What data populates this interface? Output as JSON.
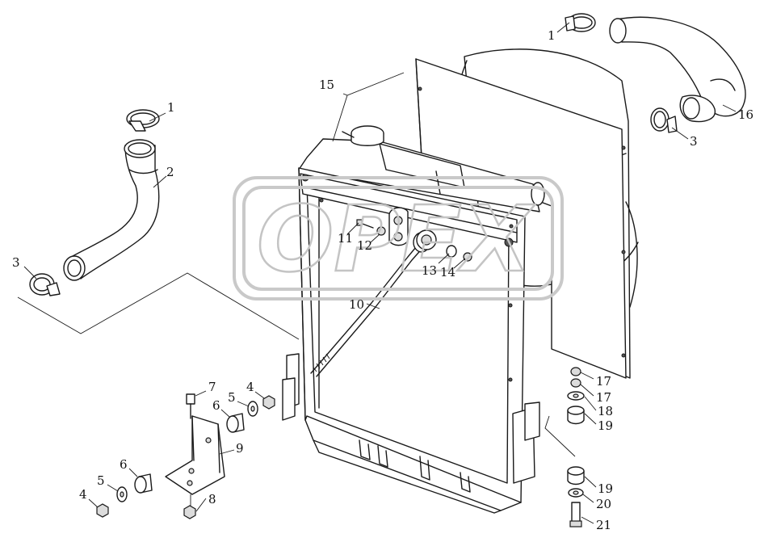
{
  "watermark": {
    "text": "OPEX"
  },
  "callouts": [
    {
      "id": "c1a",
      "label": "1"
    },
    {
      "id": "c1b",
      "label": "1"
    },
    {
      "id": "c2",
      "label": "2"
    },
    {
      "id": "c3a",
      "label": "3"
    },
    {
      "id": "c3b",
      "label": "3"
    },
    {
      "id": "c4a",
      "label": "4"
    },
    {
      "id": "c4b",
      "label": "4"
    },
    {
      "id": "c5a",
      "label": "5"
    },
    {
      "id": "c5b",
      "label": "5"
    },
    {
      "id": "c6a",
      "label": "6"
    },
    {
      "id": "c6b",
      "label": "6"
    },
    {
      "id": "c7",
      "label": "7"
    },
    {
      "id": "c8",
      "label": "8"
    },
    {
      "id": "c9",
      "label": "9"
    },
    {
      "id": "c10",
      "label": "10"
    },
    {
      "id": "c11",
      "label": "11"
    },
    {
      "id": "c12",
      "label": "12"
    },
    {
      "id": "c13",
      "label": "13"
    },
    {
      "id": "c14",
      "label": "14"
    },
    {
      "id": "c15",
      "label": "15"
    },
    {
      "id": "c16",
      "label": "16"
    },
    {
      "id": "c17a",
      "label": "17"
    },
    {
      "id": "c17b",
      "label": "17"
    },
    {
      "id": "c18",
      "label": "18"
    },
    {
      "id": "c19a",
      "label": "19"
    },
    {
      "id": "c19b",
      "label": "19"
    },
    {
      "id": "c20",
      "label": "20"
    },
    {
      "id": "c21",
      "label": "21"
    }
  ]
}
